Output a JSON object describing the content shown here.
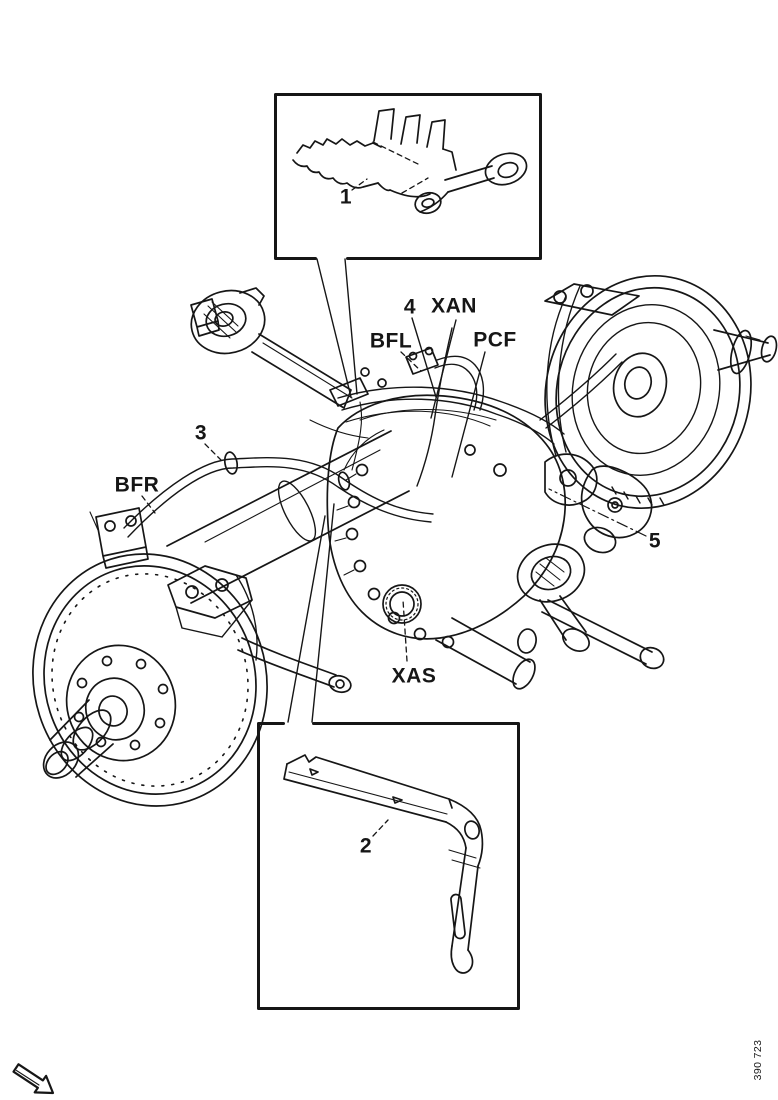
{
  "page": {
    "background_color": "#ffffff",
    "line_color": "#161616"
  },
  "callouts": {
    "c1": "1",
    "c2": "2",
    "c3": "3",
    "c4": "4",
    "c5": "5"
  },
  "labels": {
    "bfl": "BFL",
    "bfr": "BFR",
    "xan": "XAN",
    "pcf": "PCF",
    "xas": "XAS"
  },
  "footer": {
    "figure_number": "390 723"
  }
}
